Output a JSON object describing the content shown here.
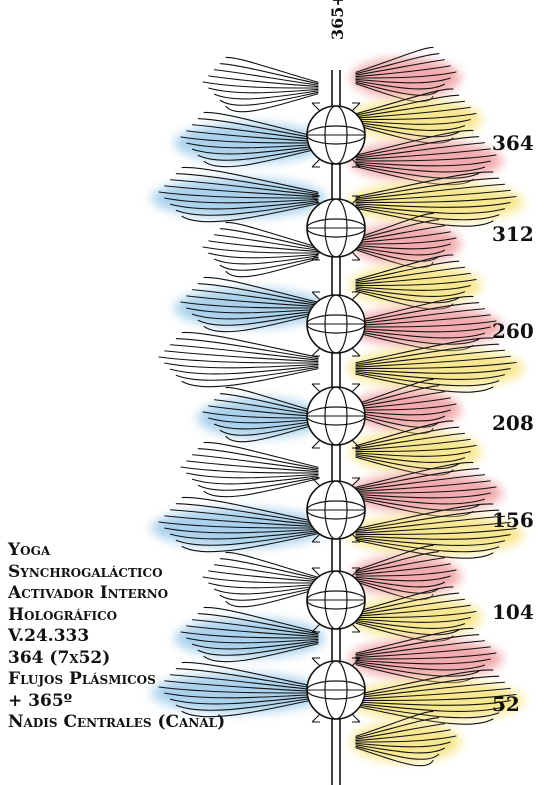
{
  "top_label": "365+",
  "scale_numbers": [
    "364",
    "312",
    "260",
    "208",
    "156",
    "104",
    "52"
  ],
  "caption_lines": [
    "Yoga",
    "Synchrogaláctico",
    "Activador Interno",
    "Holográfico",
    "V.24.333",
    "364 (7x52)",
    "Flujos Plásmicos",
    "+ 365º",
    "Nadis Centrales (Canal)"
  ],
  "colors": {
    "blue": "#8fc3e6",
    "red": "#ee8f93",
    "yellow": "#f5df6a",
    "ink": "#111111"
  },
  "left_tufts": [
    "white",
    "blue",
    "blue",
    "white",
    "blue",
    "white",
    "blue",
    "white",
    "blue",
    "white",
    "blue",
    "blue"
  ],
  "right_tufts": [
    "red",
    "yellow",
    "red",
    "yellow",
    "red",
    "yellow",
    "red",
    "yellow",
    "red",
    "yellow",
    "red",
    "yellow",
    "red",
    "yellow",
    "red",
    "yellow",
    "yellow"
  ]
}
